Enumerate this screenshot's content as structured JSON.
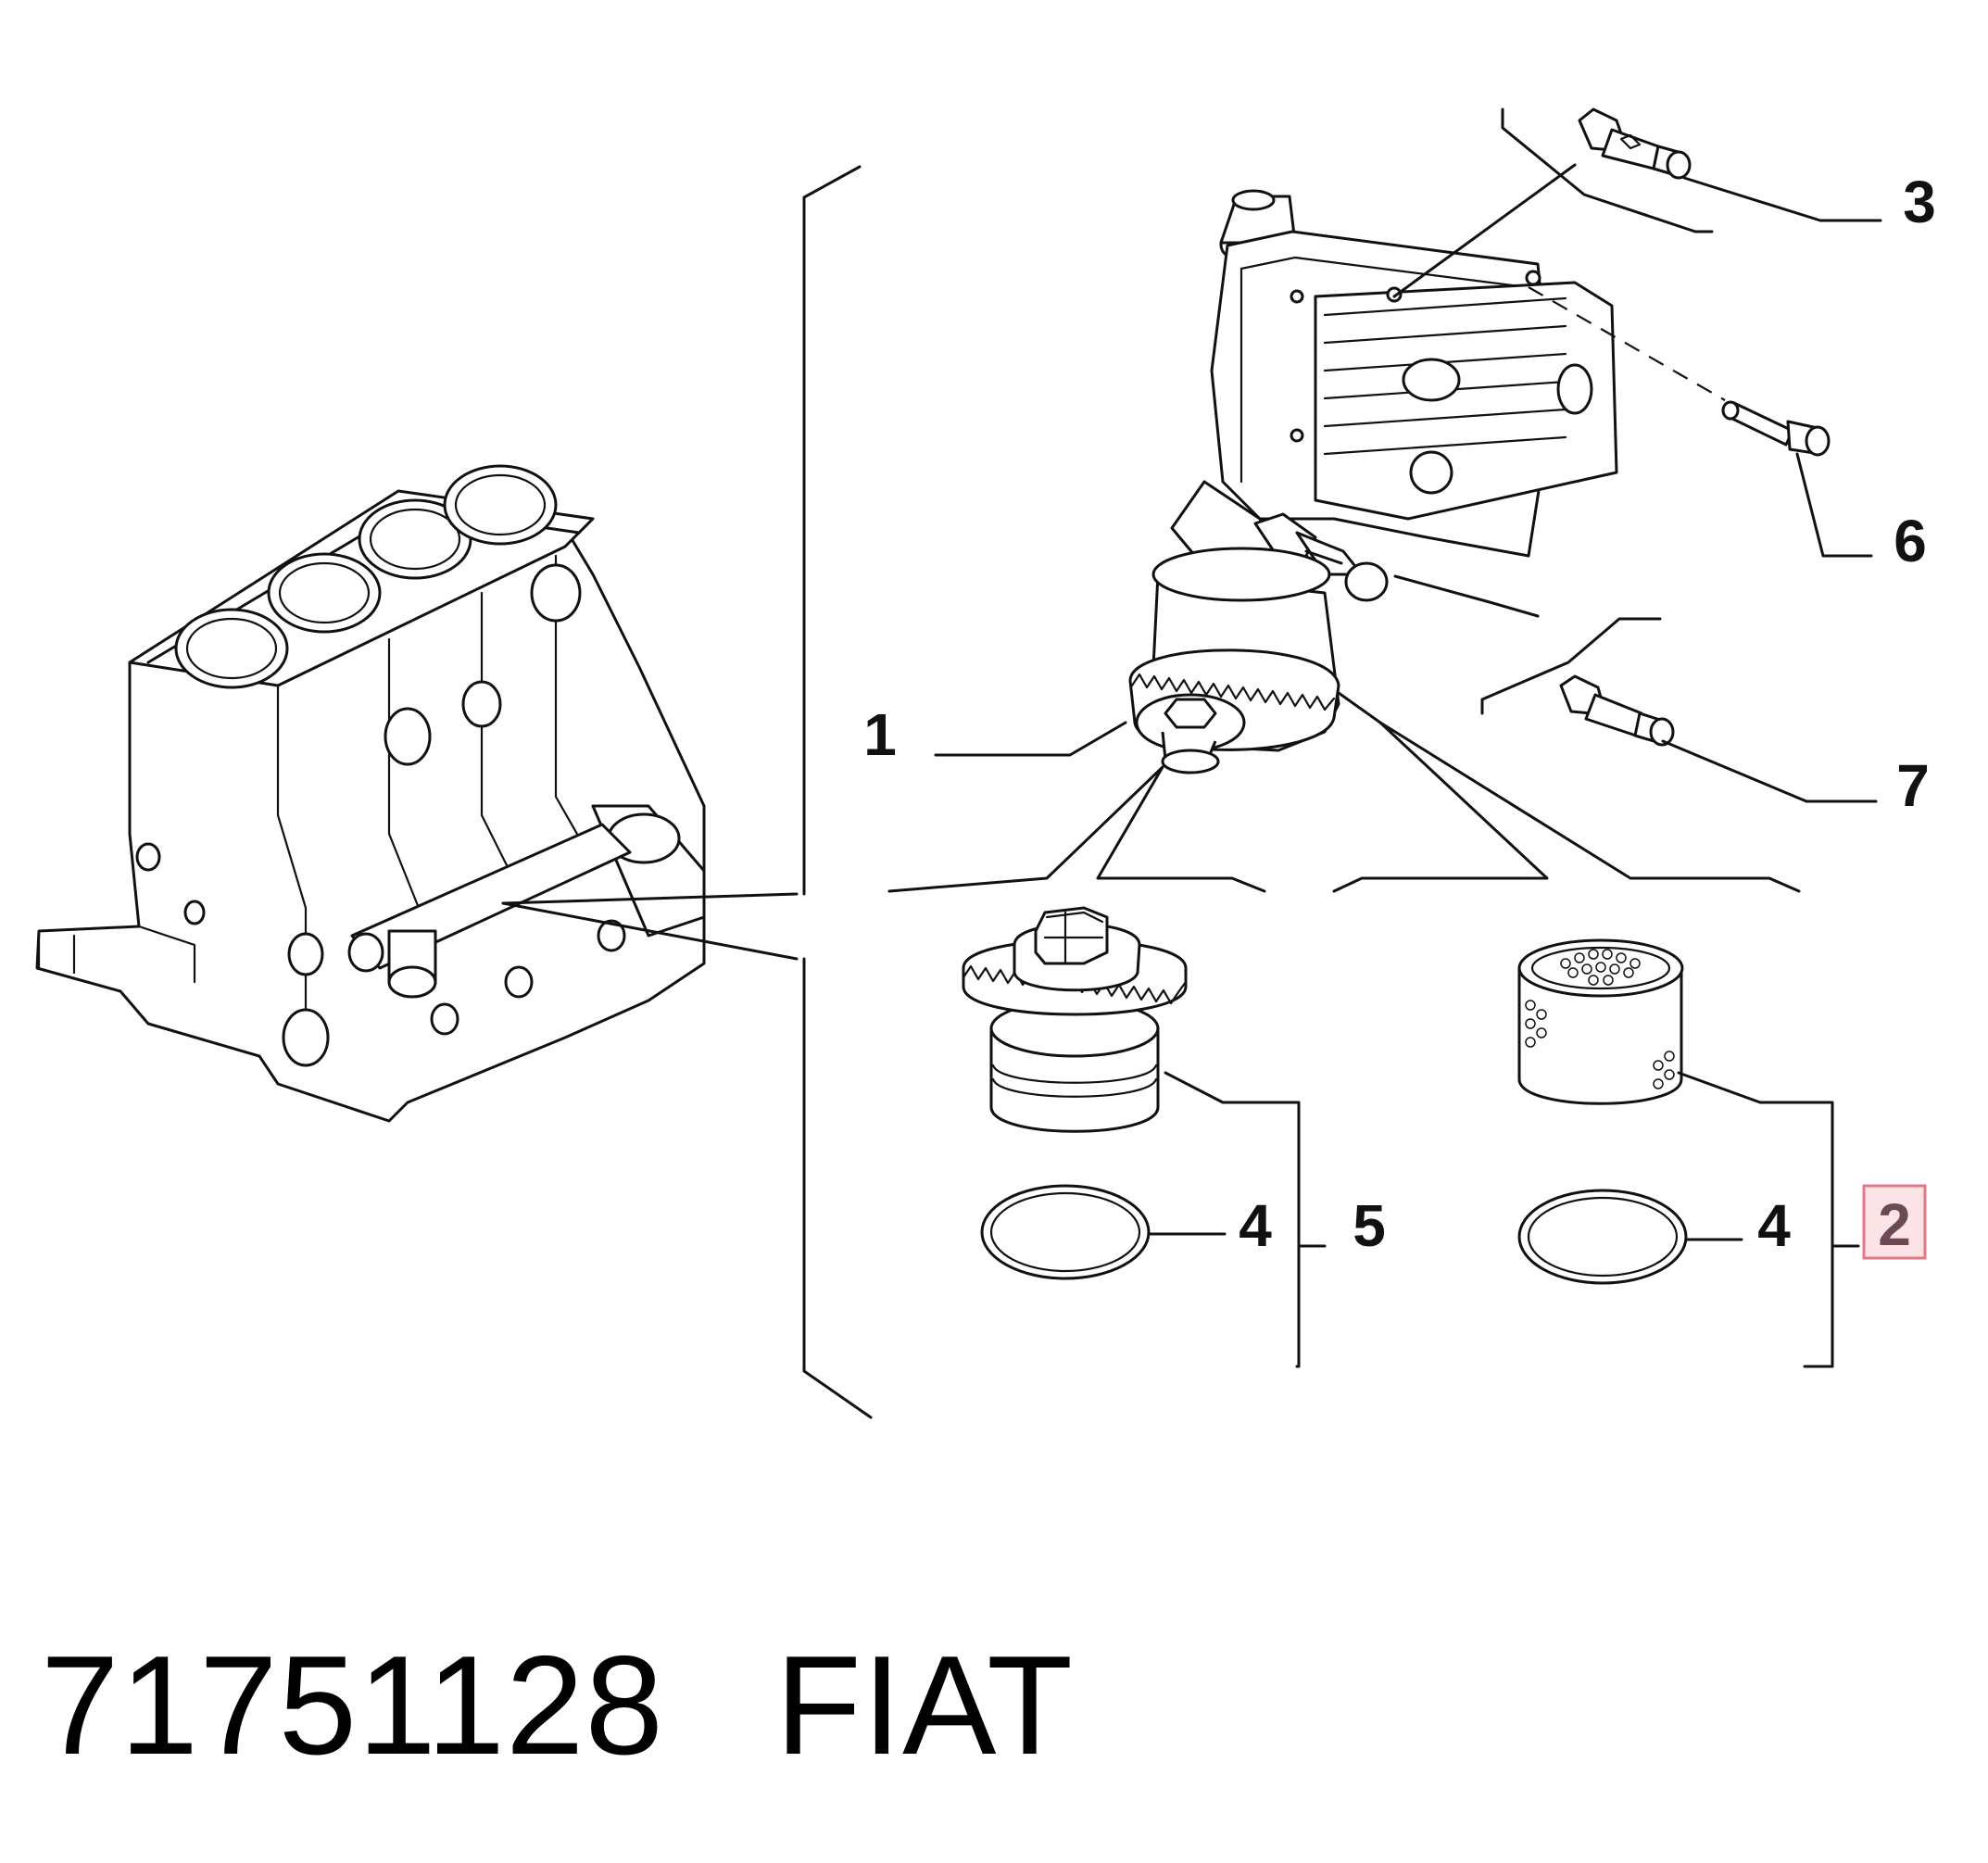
{
  "callouts": {
    "c1": "1",
    "c2": "2",
    "c3": "3",
    "c4a": "4",
    "c4b": "4",
    "c5": "5",
    "c6": "6",
    "c7": "7"
  },
  "highlighted_callout": "2",
  "colors": {
    "line": "#111111",
    "highlight_fill": "#fbe3e6",
    "highlight_border": "#e07a86",
    "highlight_text": "#6b4a55"
  },
  "caption": {
    "part_number": "71751128",
    "brand": "FIAT"
  }
}
